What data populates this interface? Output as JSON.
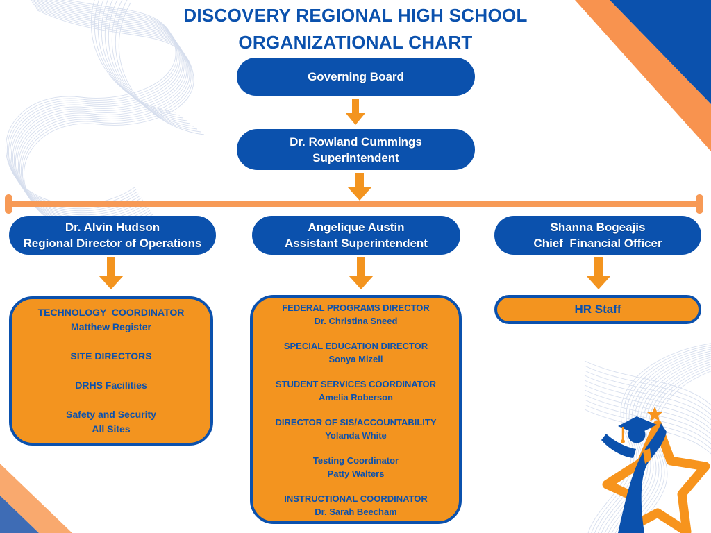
{
  "title": {
    "line1": "DISCOVERY REGIONAL HIGH SCHOOL",
    "line2": "ORGANIZATIONAL CHART"
  },
  "nodes": {
    "governing_board": {
      "label": "Governing Board"
    },
    "superintendent": {
      "line1": "Dr. Rowland Cummings",
      "line2": "Superintendent"
    },
    "operations": {
      "line1": "Dr. Alvin Hudson",
      "line2": "Regional Director of Operations"
    },
    "assistant": {
      "line1": "Angelique Austin",
      "line2": "Assistant Superintendent"
    },
    "cfo": {
      "line1": "Shanna Bogeajis",
      "line2": "Chief  Financial Officer"
    },
    "hr": {
      "label": "HR Staff"
    }
  },
  "reports": {
    "operations": [
      [
        "TECHNOLOGY  COORDINATOR",
        "Matthew Register"
      ],
      [
        "SITE DIRECTORS"
      ],
      [
        "DRHS Facilities"
      ],
      [
        "Safety and Security",
        "All Sites"
      ]
    ],
    "assistant": [
      [
        "FEDERAL PROGRAMS DIRECTOR",
        "Dr. Christina Sneed"
      ],
      [
        "SPECIAL EDUCATION DIRECTOR",
        "Sonya Mizell"
      ],
      [
        "STUDENT SERVICES COORDINATOR",
        "Amelia Roberson"
      ],
      [
        "DIRECTOR OF SIS/ACCOUNTABILITY",
        "Yolanda White"
      ],
      [
        "Testing Coordinator",
        "Patty Walters"
      ],
      [
        "INSTRUCTIONAL COORDINATOR",
        "Dr. Sarah Beecham"
      ]
    ]
  },
  "colors": {
    "primary_blue": "#0b51ad",
    "primary_orange": "#f3941f",
    "connector_orange": "#f79a56",
    "corner_orange": "#f8934f",
    "corner_peach": "#f9a96e",
    "corner_blue": "#3e6cb5",
    "pattern_blue": "#c9d3e8"
  },
  "decorations": {
    "top_left": "guilloche-wave-pattern",
    "bottom_right": "guilloche-wave-pattern",
    "top_right_corner": "diagonal-ribbon",
    "bottom_left_corner": "diagonal-ribbon",
    "logo": "student-reaching-star-logo"
  }
}
